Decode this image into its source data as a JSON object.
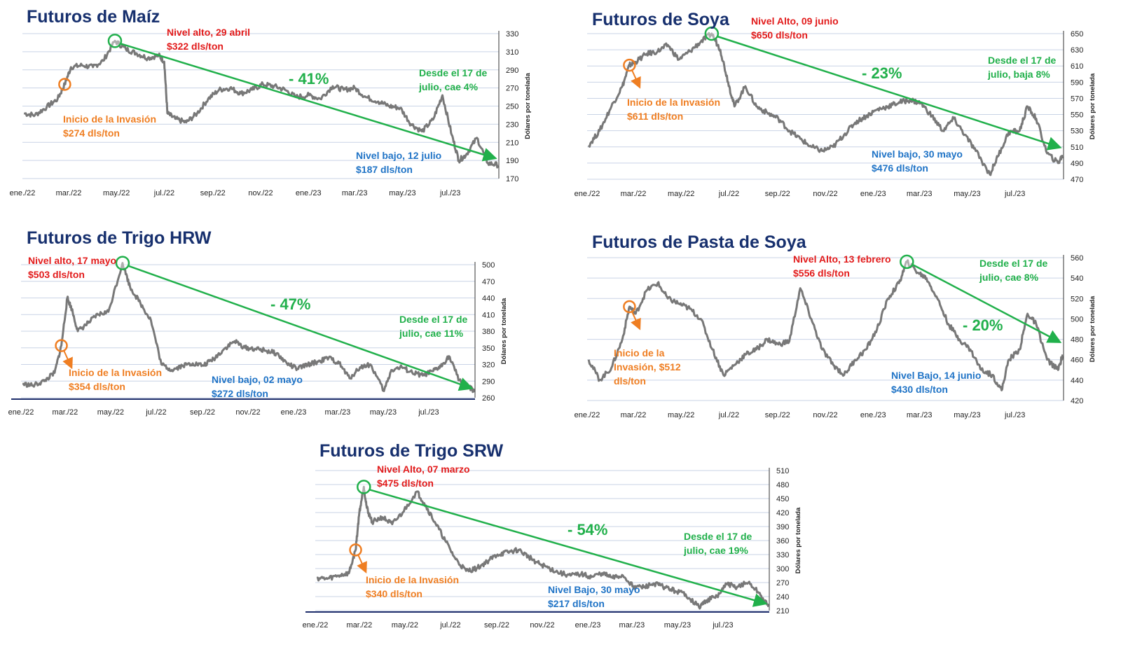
{
  "charts": [
    {
      "id": "maiz",
      "title": "Futuros de Maíz",
      "ylabel": "Dólares por tonelada",
      "yticks": [
        170,
        190,
        210,
        230,
        250,
        270,
        290,
        310,
        330
      ],
      "xticks": [
        "ene./22",
        "mar./22",
        "may./22",
        "jul./22",
        "sep./22",
        "nov./22",
        "ene./23",
        "mar./23",
        "may./23",
        "jul./23"
      ],
      "high": [
        "Nivel alto, 29 abril",
        "$322 dls/ton"
      ],
      "invasion": [
        "Inicio de la Invasión",
        "$274 dls/ton"
      ],
      "low": [
        "Nivel bajo, 12 julio",
        "$187 dls/ton"
      ],
      "since": [
        "Desde el 17 de",
        "julio, cae 4%"
      ],
      "change": "- 41%",
      "colors": {
        "line": "#787878",
        "trend": "#21b04b",
        "invasion": "#ef7e22",
        "high": "#e21b1b",
        "low": "#1f73c6"
      }
    },
    {
      "id": "soya",
      "title": "Futuros de Soya",
      "ylabel": "Dólares por tonelada",
      "yticks": [
        470,
        490,
        510,
        530,
        550,
        570,
        590,
        610,
        630,
        650
      ],
      "xticks": [
        "ene./22",
        "mar./22",
        "may./22",
        "jul./22",
        "sep./22",
        "nov./22",
        "ene./23",
        "mar./23",
        "may./23",
        "jul./23"
      ],
      "high": [
        "Nivel Alto, 09 junio",
        "$650 dls/ton"
      ],
      "invasion": [
        "Inicio de la Invasión",
        "$611 dls/ton"
      ],
      "low": [
        "Nivel bajo, 30 mayo",
        "$476 dls/ton"
      ],
      "since": [
        "Desde el 17 de",
        "julio, baja 8%"
      ],
      "change": "- 23%",
      "colors": {
        "line": "#787878",
        "trend": "#21b04b",
        "invasion": "#ef7e22",
        "high": "#e21b1b",
        "low": "#1f73c6"
      }
    },
    {
      "id": "trigo_hrw",
      "title": "Futuros de Trigo HRW",
      "ylabel": "Dólares por tonelada",
      "yticks": [
        260,
        290,
        320,
        350,
        380,
        410,
        440,
        470,
        500
      ],
      "xticks": [
        "ene./22",
        "mar./22",
        "may./22",
        "jul./22",
        "sep./22",
        "nov./22",
        "ene./23",
        "mar./23",
        "may./23",
        "jul./23"
      ],
      "high": [
        "Nivel alto, 17 mayo",
        "$503 dls/ton"
      ],
      "invasion": [
        "Inicio de la Invasión",
        "$354 dls/ton"
      ],
      "low": [
        "Nivel bajo, 02 mayo",
        "$272 dls/ton"
      ],
      "since": [
        "Desde el 17 de",
        "julio, cae 11%"
      ],
      "change": "- 47%",
      "colors": {
        "line": "#787878",
        "trend": "#21b04b",
        "invasion": "#ef7e22",
        "high": "#e21b1b",
        "low": "#1f73c6"
      }
    },
    {
      "id": "pasta_soya",
      "title": "Futuros de Pasta de Soya",
      "ylabel": "Dólares por tonelada",
      "yticks": [
        420,
        440,
        460,
        480,
        500,
        520,
        540,
        560
      ],
      "xticks": [
        "ene./22",
        "mar./22",
        "may./22",
        "jul./22",
        "sep./22",
        "nov./22",
        "ene./23",
        "mar./23",
        "may./23",
        "jul./23"
      ],
      "high": [
        "Nivel Alto, 13 febrero",
        "$556 dls/ton"
      ],
      "invasion": [
        "Inicio de la",
        "Invasión, $512",
        "dls/ton"
      ],
      "low": [
        "Nivel Bajo, 14 junio",
        "$430 dls/ton"
      ],
      "since": [
        "Desde el 17 de",
        "julio, cae 8%"
      ],
      "change": "- 20%",
      "colors": {
        "line": "#787878",
        "trend": "#21b04b",
        "invasion": "#ef7e22",
        "high": "#e21b1b",
        "low": "#1f73c6"
      }
    },
    {
      "id": "trigo_srw",
      "title": "Futuros de Trigo SRW",
      "ylabel": "Dólares por tonelada",
      "yticks": [
        210,
        240,
        270,
        300,
        330,
        360,
        390,
        420,
        450,
        480,
        510
      ],
      "xticks": [
        "ene./22",
        "mar./22",
        "may./22",
        "jul./22",
        "sep./22",
        "nov./22",
        "ene./23",
        "mar./23",
        "may./23",
        "jul./23"
      ],
      "high": [
        "Nivel Alto, 07 marzo",
        "$475 dls/ton"
      ],
      "invasion": [
        "Inicio de la Invasión",
        "$340 dls/ton"
      ],
      "low": [
        "Nivel Bajo, 30 mayo",
        "$217 dls/ton"
      ],
      "since": [
        "Desde el 17 de",
        "julio, cae 19%"
      ],
      "change": "- 54%",
      "colors": {
        "line": "#787878",
        "trend": "#21b04b",
        "invasion": "#ef7e22",
        "high": "#e21b1b",
        "low": "#1f73c6"
      }
    }
  ],
  "chart_data": [
    {
      "type": "line",
      "title": "Futuros de Maíz",
      "ylabel": "Dólares por tonelada",
      "ylim": [
        170,
        330
      ],
      "x": [
        "2022-01-03",
        "2022-01-17",
        "2022-02-01",
        "2022-02-15",
        "2022-02-24",
        "2022-03-04",
        "2022-03-18",
        "2022-04-01",
        "2022-04-14",
        "2022-04-29",
        "2022-05-13",
        "2022-05-27",
        "2022-06-10",
        "2022-06-24",
        "2022-07-01",
        "2022-07-05",
        "2022-07-15",
        "2022-07-29",
        "2022-08-12",
        "2022-08-26",
        "2022-09-09",
        "2022-09-23",
        "2022-10-07",
        "2022-10-21",
        "2022-11-04",
        "2022-11-18",
        "2022-12-02",
        "2022-12-16",
        "2023-01-02",
        "2023-01-16",
        "2023-02-01",
        "2023-02-15",
        "2023-03-01",
        "2023-03-15",
        "2023-03-31",
        "2023-04-14",
        "2023-04-28",
        "2023-05-12",
        "2023-05-26",
        "2023-06-09",
        "2023-06-21",
        "2023-07-03",
        "2023-07-12",
        "2023-07-21",
        "2023-08-04",
        "2023-08-18",
        "2023-08-31"
      ],
      "series": [
        {
          "values": [
            242,
            240,
            249,
            258,
            274,
            293,
            295,
            293,
            300,
            322,
            313,
            308,
            303,
            306,
            299,
            242,
            236,
            232,
            242,
            258,
            268,
            270,
            264,
            268,
            274,
            272,
            268,
            260,
            262,
            258,
            272,
            268,
            270,
            260,
            255,
            250,
            248,
            230,
            222,
            235,
            262,
            218,
            190,
            196,
            215,
            187,
            185
          ]
        }
      ],
      "annotations": {
        "high": {
          "date": "2022-04-29",
          "value": 322
        },
        "invasion": {
          "date": "2022-02-24",
          "value": 274
        },
        "low": {
          "date": "2023-07-12",
          "value": 187
        },
        "trend_end": {
          "date": "2023-08-31",
          "value": 193
        }
      }
    },
    {
      "type": "line",
      "title": "Futuros de Soya",
      "ylabel": "Dólares por tonelada",
      "ylim": [
        470,
        650
      ],
      "x": [
        "2022-01-03",
        "2022-01-17",
        "2022-02-01",
        "2022-02-15",
        "2022-02-24",
        "2022-03-04",
        "2022-03-18",
        "2022-04-01",
        "2022-04-14",
        "2022-04-28",
        "2022-05-12",
        "2022-05-26",
        "2022-06-09",
        "2022-06-20",
        "2022-06-30",
        "2022-07-08",
        "2022-07-22",
        "2022-08-05",
        "2022-08-19",
        "2022-09-02",
        "2022-09-16",
        "2022-09-30",
        "2022-10-14",
        "2022-10-28",
        "2022-11-11",
        "2022-11-25",
        "2022-12-09",
        "2022-12-23",
        "2023-01-06",
        "2023-01-20",
        "2023-02-03",
        "2023-02-17",
        "2023-03-03",
        "2023-03-17",
        "2023-03-31",
        "2023-04-14",
        "2023-04-28",
        "2023-05-12",
        "2023-05-30",
        "2023-06-09",
        "2023-06-23",
        "2023-07-07",
        "2023-07-17",
        "2023-07-28",
        "2023-08-11",
        "2023-08-25",
        "2023-08-31"
      ],
      "series": [
        {
          "values": [
            512,
            530,
            560,
            585,
            611,
            615,
            625,
            628,
            636,
            618,
            628,
            640,
            650,
            630,
            590,
            560,
            585,
            560,
            552,
            545,
            530,
            520,
            510,
            505,
            510,
            525,
            540,
            548,
            556,
            560,
            565,
            568,
            564,
            548,
            530,
            545,
            525,
            505,
            476,
            498,
            528,
            530,
            560,
            545,
            502,
            490,
            500
          ]
        }
      ],
      "annotations": {
        "high": {
          "date": "2022-06-09",
          "value": 650
        },
        "invasion": {
          "date": "2022-02-24",
          "value": 611
        },
        "low": {
          "date": "2023-05-30",
          "value": 476
        },
        "trend_end": {
          "date": "2023-08-31",
          "value": 510
        }
      }
    },
    {
      "type": "line",
      "title": "Futuros de Trigo HRW",
      "ylabel": "Dólares por tonelada",
      "ylim": [
        260,
        500
      ],
      "x": [
        "2022-01-03",
        "2022-01-17",
        "2022-02-01",
        "2022-02-15",
        "2022-02-24",
        "2022-03-04",
        "2022-03-10",
        "2022-03-18",
        "2022-04-01",
        "2022-04-14",
        "2022-04-28",
        "2022-05-17",
        "2022-05-27",
        "2022-06-10",
        "2022-06-24",
        "2022-07-08",
        "2022-07-22",
        "2022-08-05",
        "2022-08-19",
        "2022-09-02",
        "2022-09-16",
        "2022-09-30",
        "2022-10-14",
        "2022-10-28",
        "2022-11-11",
        "2022-11-25",
        "2022-12-09",
        "2022-12-23",
        "2023-01-06",
        "2023-01-20",
        "2023-02-03",
        "2023-02-17",
        "2023-03-03",
        "2023-03-17",
        "2023-03-31",
        "2023-04-14",
        "2023-05-02",
        "2023-05-12",
        "2023-05-26",
        "2023-06-09",
        "2023-06-23",
        "2023-07-07",
        "2023-07-17",
        "2023-07-28",
        "2023-08-11",
        "2023-08-25",
        "2023-08-31"
      ],
      "series": [
        {
          "values": [
            285,
            282,
            290,
            305,
            354,
            440,
            420,
            380,
            395,
            410,
            415,
            503,
            460,
            430,
            400,
            320,
            310,
            318,
            322,
            318,
            330,
            348,
            362,
            350,
            348,
            345,
            340,
            322,
            312,
            320,
            325,
            332,
            322,
            295,
            315,
            320,
            272,
            310,
            315,
            305,
            300,
            308,
            316,
            335,
            292,
            278,
            272
          ]
        }
      ],
      "annotations": {
        "high": {
          "date": "2022-05-17",
          "value": 503
        },
        "invasion": {
          "date": "2022-02-24",
          "value": 354
        },
        "low": {
          "date": "2023-05-02",
          "value": 272
        },
        "trend_end": {
          "date": "2023-08-31",
          "value": 278
        }
      }
    },
    {
      "type": "line",
      "title": "Futuros de Pasta de Soya",
      "ylabel": "Dólares por tonelada",
      "ylim": [
        420,
        560
      ],
      "x": [
        "2022-01-03",
        "2022-01-17",
        "2022-02-01",
        "2022-02-15",
        "2022-02-24",
        "2022-03-04",
        "2022-03-18",
        "2022-04-01",
        "2022-04-14",
        "2022-04-28",
        "2022-05-12",
        "2022-05-26",
        "2022-06-10",
        "2022-06-24",
        "2022-07-08",
        "2022-07-22",
        "2022-08-05",
        "2022-08-19",
        "2022-09-02",
        "2022-09-16",
        "2022-09-30",
        "2022-10-14",
        "2022-10-28",
        "2022-11-11",
        "2022-11-25",
        "2022-12-09",
        "2022-12-23",
        "2023-01-06",
        "2023-01-20",
        "2023-02-03",
        "2023-02-13",
        "2023-02-28",
        "2023-03-10",
        "2023-03-24",
        "2023-04-07",
        "2023-04-21",
        "2023-05-05",
        "2023-05-19",
        "2023-06-02",
        "2023-06-14",
        "2023-06-23",
        "2023-07-07",
        "2023-07-17",
        "2023-07-28",
        "2023-08-11",
        "2023-08-25",
        "2023-08-31"
      ],
      "series": [
        {
          "values": [
            460,
            440,
            452,
            480,
            512,
            505,
            528,
            535,
            520,
            515,
            510,
            500,
            470,
            445,
            455,
            465,
            470,
            480,
            475,
            478,
            530,
            500,
            470,
            455,
            445,
            460,
            470,
            490,
            520,
            535,
            556,
            545,
            540,
            520,
            495,
            480,
            470,
            450,
            445,
            430,
            460,
            470,
            505,
            495,
            460,
            450,
            465
          ]
        }
      ],
      "annotations": {
        "high": {
          "date": "2023-02-13",
          "value": 556
        },
        "invasion": {
          "date": "2022-02-24",
          "value": 512
        },
        "low": {
          "date": "2023-06-14",
          "value": 430
        },
        "trend_end": {
          "date": "2023-08-31",
          "value": 478
        }
      }
    },
    {
      "type": "line",
      "title": "Futuros de Trigo SRW",
      "ylabel": "Dólares por tonelada",
      "ylim": [
        210,
        510
      ],
      "x": [
        "2022-01-03",
        "2022-01-17",
        "2022-02-01",
        "2022-02-15",
        "2022-02-24",
        "2022-03-01",
        "2022-03-07",
        "2022-03-11",
        "2022-03-18",
        "2022-04-01",
        "2022-04-14",
        "2022-04-28",
        "2022-05-17",
        "2022-05-27",
        "2022-06-10",
        "2022-06-24",
        "2022-07-08",
        "2022-07-22",
        "2022-08-05",
        "2022-08-19",
        "2022-09-02",
        "2022-09-16",
        "2022-09-30",
        "2022-10-14",
        "2022-10-28",
        "2022-11-11",
        "2022-11-25",
        "2022-12-09",
        "2022-12-23",
        "2023-01-06",
        "2023-01-20",
        "2023-02-03",
        "2023-02-17",
        "2023-03-03",
        "2023-03-17",
        "2023-03-31",
        "2023-04-14",
        "2023-04-28",
        "2023-05-12",
        "2023-05-30",
        "2023-06-09",
        "2023-06-23",
        "2023-07-07",
        "2023-07-17",
        "2023-08-04",
        "2023-08-18",
        "2023-08-31"
      ],
      "series": [
        {
          "values": [
            280,
            278,
            285,
            290,
            340,
            420,
            475,
            430,
            400,
            410,
            395,
            420,
            465,
            440,
            400,
            360,
            320,
            295,
            300,
            315,
            330,
            335,
            340,
            325,
            310,
            300,
            290,
            285,
            288,
            282,
            290,
            280,
            285,
            262,
            260,
            268,
            260,
            252,
            245,
            217,
            232,
            240,
            268,
            260,
            270,
            248,
            218
          ]
        }
      ],
      "annotations": {
        "high": {
          "date": "2022-03-07",
          "value": 475
        },
        "invasion": {
          "date": "2022-02-24",
          "value": 340
        },
        "low": {
          "date": "2023-05-30",
          "value": 217
        },
        "trend_end": {
          "date": "2023-08-31",
          "value": 226
        }
      }
    }
  ]
}
